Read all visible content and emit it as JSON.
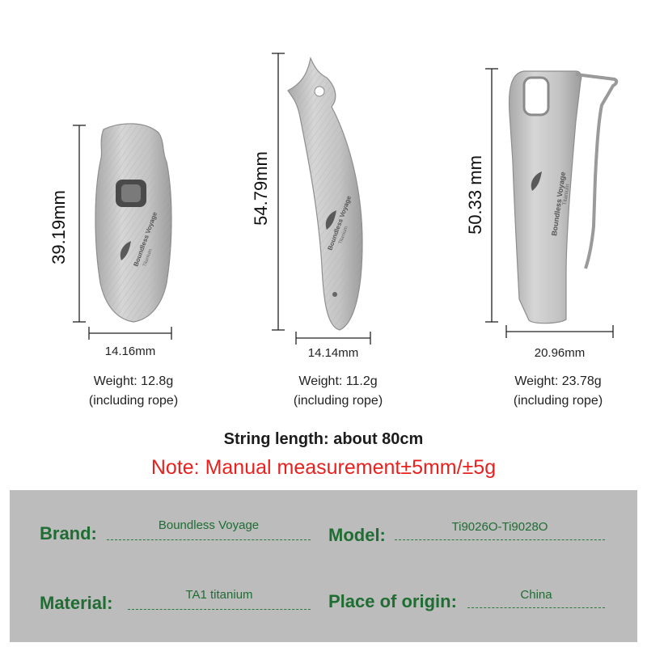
{
  "products": [
    {
      "name": "oval-knife",
      "height": "39.19mm",
      "width": "14.16mm",
      "weight": "Weight: 12.8g",
      "weight_note": "(including rope)",
      "engraving_brand": "Boundless Voyage",
      "engraving_sub": "Titanium"
    },
    {
      "name": "fish-knife",
      "height": "54.79mm",
      "width": "14.14mm",
      "weight": "Weight: 11.2g",
      "weight_note": "(including rope)",
      "engraving_brand": "Boundless Voyage",
      "engraving_sub": "Titanium"
    },
    {
      "name": "clip-knife",
      "height": "50.33 mm",
      "width": "20.96mm",
      "weight": "Weight: 23.78g",
      "weight_note": "(including rope)",
      "engraving_brand": "Boundless Voyage",
      "engraving_sub": "Titanium"
    }
  ],
  "string_length": "String length: about 80cm",
  "note": "Note: Manual measurement±5mm/±5g",
  "specs": {
    "brand_label": "Brand:",
    "brand_value": "Boundless Voyage",
    "model_label": "Model:",
    "model_value": "Ti9026O-Ti9028O",
    "material_label": "Material:",
    "material_value": "TA1 titanium",
    "origin_label": "Place of origin:",
    "origin_value": "China"
  },
  "colors": {
    "note_red": "#e8211e",
    "spec_green": "#1f6d33",
    "panel_gray": "#bcbcbc"
  }
}
